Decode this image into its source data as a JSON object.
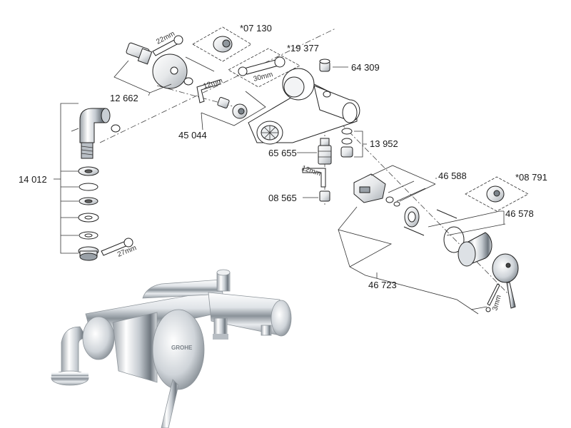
{
  "labels": {
    "p12662": "12 662",
    "p07130": "*07 130",
    "p19377": "*19 377",
    "p64309": "64 309",
    "p45044": "45 044",
    "p13952": "13 952",
    "p65655": "65 655",
    "p14012": "14 012",
    "p08565": "08 565",
    "p46588": "46 588",
    "p08791": "*08 791",
    "p46578": "46 578",
    "p46723": "46 723"
  },
  "dimensions": {
    "d22mm": "22mm",
    "d30mm": "30mm",
    "d12mm_a": "12mm",
    "d12mm_b": "12mm",
    "d27mm": "27mm",
    "d3mm": "3mm"
  },
  "brand": "GROHE",
  "colors": {
    "chrome_light": "#f4f6f8",
    "chrome_mid": "#c8ced4",
    "chrome_dark": "#6e767e",
    "line": "#333333"
  }
}
